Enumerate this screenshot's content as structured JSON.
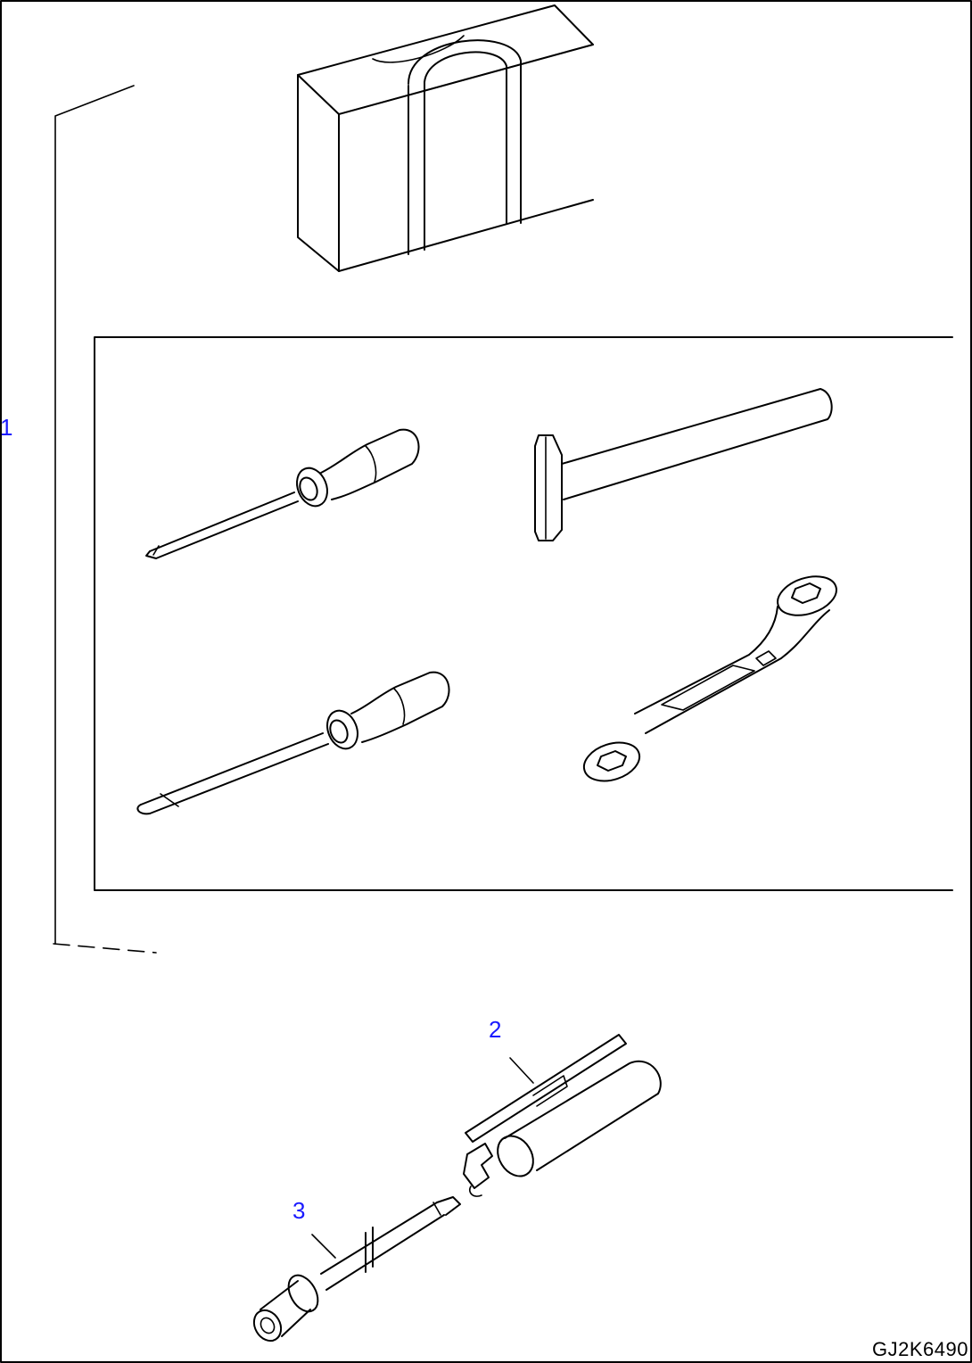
{
  "callouts": {
    "item_1": "1",
    "item_2": "2",
    "item_3": "3"
  },
  "drawing_code": "GJ2K6490",
  "colors": {
    "line": "#000000",
    "callout_text": "#1a1aff",
    "background": "#ffffff"
  }
}
